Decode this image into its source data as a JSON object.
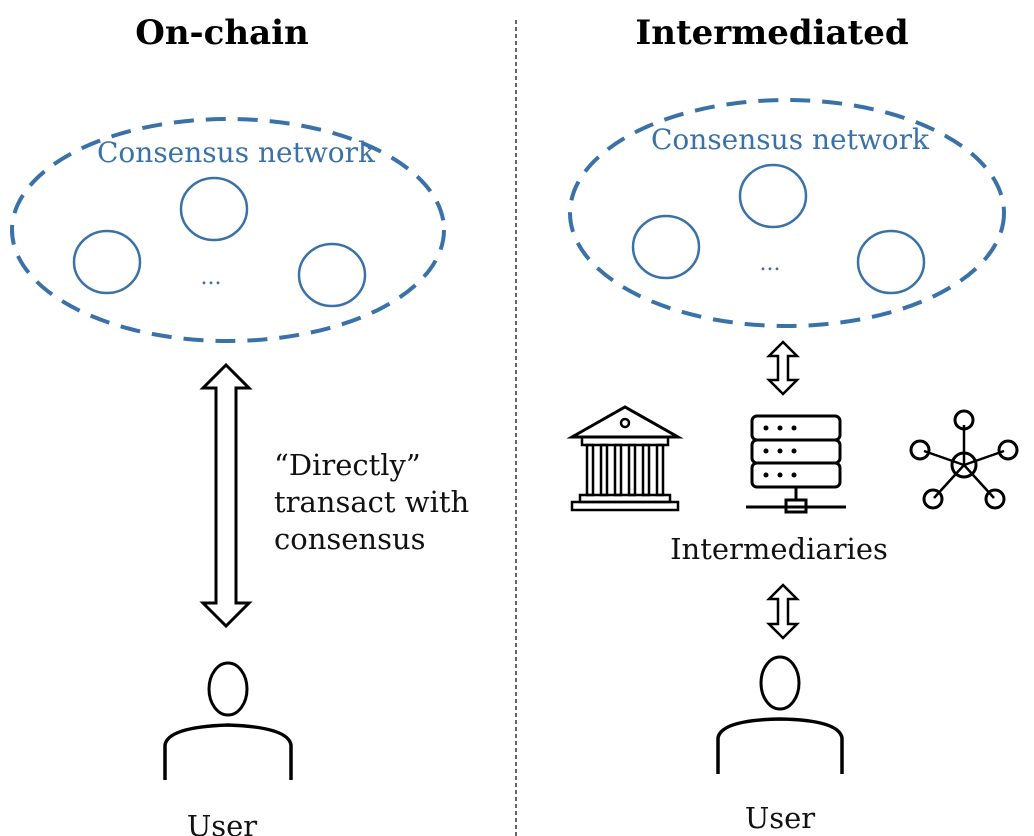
{
  "colors": {
    "network": "#3a72a8",
    "ink": "#000000",
    "background": "#ffffff"
  },
  "left_panel": {
    "title": "On-chain",
    "network_label": "Consensus network",
    "ellipsis": "...",
    "arrow_caption": [
      "“Directly”",
      "transact with",
      "consensus"
    ],
    "user_label": "User"
  },
  "right_panel": {
    "title": "Intermediated",
    "network_label": "Consensus network",
    "ellipsis": "...",
    "intermediaries_label": "Intermediaries",
    "intermediary_icons": [
      "bank-icon",
      "server-icon",
      "network-hub-icon"
    ],
    "user_label": "User"
  }
}
